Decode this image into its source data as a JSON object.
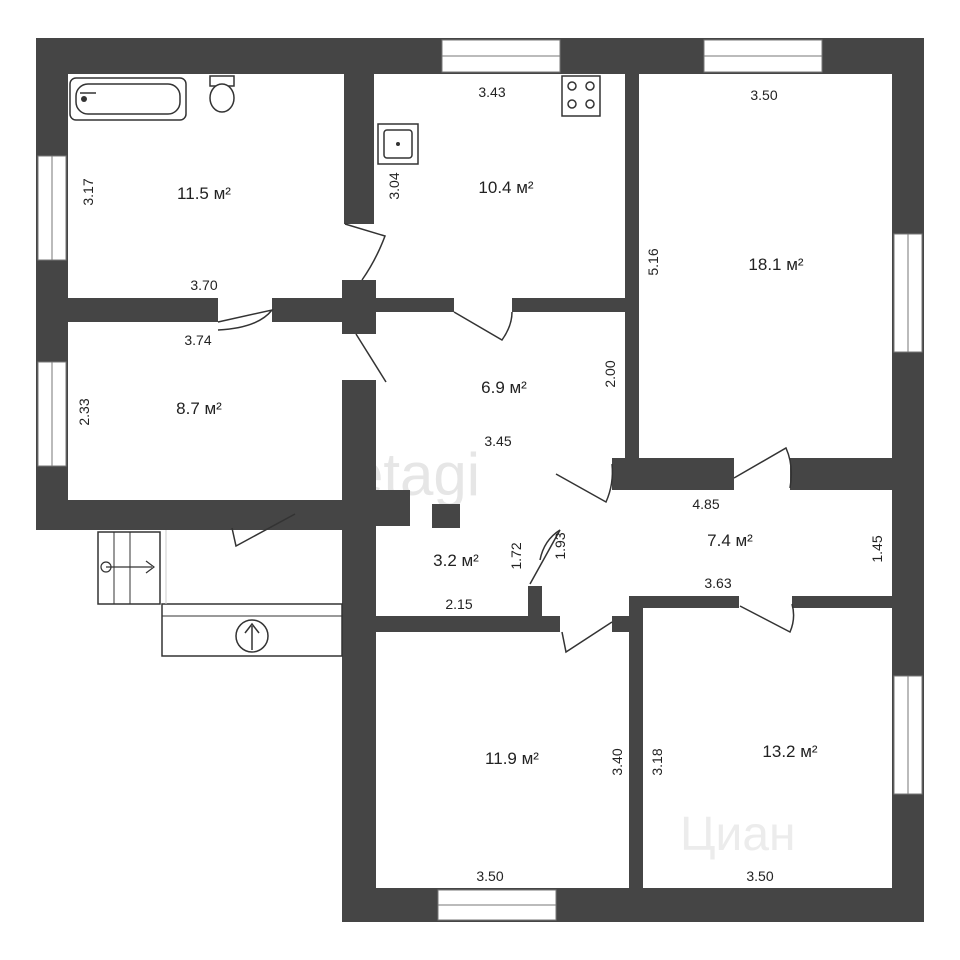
{
  "rooms": [
    {
      "id": "bathroom",
      "area": "11.5 м²",
      "dims": [
        "3.17",
        "3.70"
      ]
    },
    {
      "id": "kitchen",
      "area": "10.4 м²",
      "dims": [
        "3.43",
        "3.04"
      ]
    },
    {
      "id": "living-room",
      "area": "18.1 м²",
      "dims": [
        "3.50",
        "5.16"
      ]
    },
    {
      "id": "bedroom-small",
      "area": "8.7 м²",
      "dims": [
        "3.74",
        "2.33"
      ]
    },
    {
      "id": "hall",
      "area": "6.9 м²",
      "dims": [
        "2.00",
        "3.45"
      ]
    },
    {
      "id": "storage",
      "area": "3.2 м²",
      "dims": [
        "1.72",
        "2.15",
        "1.93"
      ]
    },
    {
      "id": "corridor",
      "area": "7.4 м²",
      "dims": [
        "4.85",
        "1.45",
        "3.63"
      ]
    },
    {
      "id": "bedroom-1",
      "area": "11.9 м²",
      "dims": [
        "3.40",
        "3.50"
      ]
    },
    {
      "id": "bedroom-2",
      "area": "13.2 м²",
      "dims": [
        "3.18",
        "3.50"
      ]
    }
  ],
  "watermarks": [
    "etagi",
    "Циан"
  ],
  "colors": {
    "wall": "#454545",
    "background": "#ffffff",
    "text": "#222222"
  },
  "icons": [
    "bathtub-icon",
    "toilet-icon",
    "stove-icon",
    "sink-icon",
    "entrance-arrow-icon",
    "exit-arrow-icon"
  ]
}
